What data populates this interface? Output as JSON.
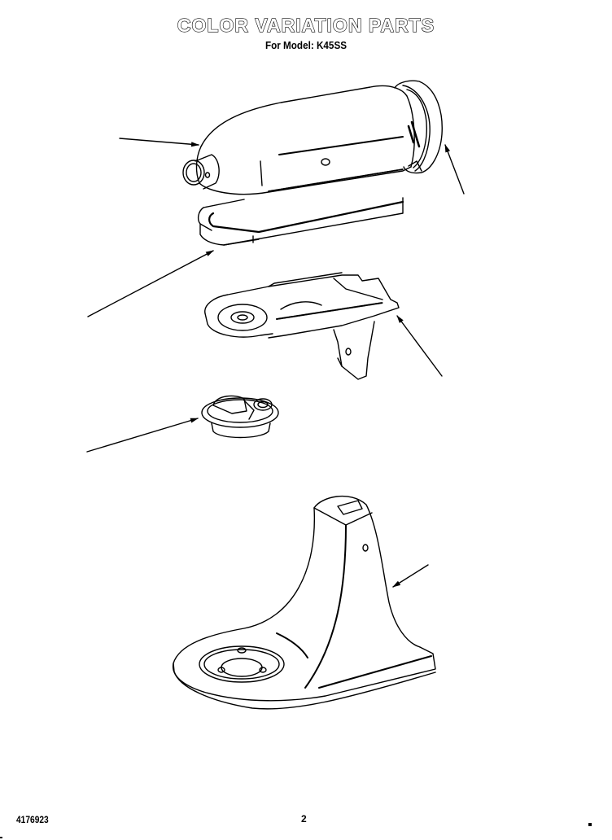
{
  "header": {
    "title": "COLOR VARIATION PARTS",
    "subtitle": "For Model: K45SS"
  },
  "footer": {
    "document_number": "4176923",
    "page_number": "2"
  },
  "diagram": {
    "type": "exploded parts view",
    "line_color": "#000000",
    "background": "#ffffff",
    "parts": [
      {
        "id": "motor-housing",
        "description": "Motor housing (head)",
        "callout": "arrow from left"
      },
      {
        "id": "rear-cover",
        "description": "Rear end cover",
        "callout": "arrow from lower right"
      },
      {
        "id": "trim-band",
        "description": "Trim band",
        "callout": "arrow from lower left"
      },
      {
        "id": "gear-housing-frame",
        "description": "Gear housing / frame",
        "callout": "arrow from lower right"
      },
      {
        "id": "planetary-cap",
        "description": "Planetary / attachment hub cap",
        "callout": "arrow from left"
      },
      {
        "id": "pedestal-base",
        "description": "Pedestal base",
        "callout": "arrow from right"
      }
    ]
  }
}
